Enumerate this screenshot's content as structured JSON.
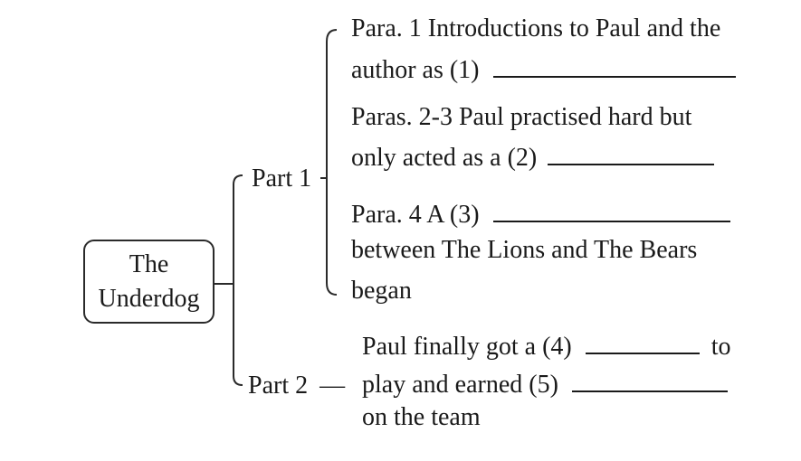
{
  "root": {
    "line1": "The",
    "line2": "Underdog"
  },
  "part1": {
    "label": "Part 1",
    "para1": {
      "line1": "Para. 1 Introductions to Paul and the",
      "line2_prefix": "author as (1)"
    },
    "para2": {
      "line1": "Paras. 2-3 Paul practised hard but",
      "line2_prefix": "only acted as a (2)"
    },
    "para3": {
      "line1_prefix": "Para. 4 A (3)",
      "line2": "between The Lions and The Bears",
      "line3": "began"
    }
  },
  "part2": {
    "label": "Part 2",
    "dash": "—",
    "line1_prefix": "Paul finally got a (4)",
    "line1_suffix": "to",
    "line2_prefix": "play and earned (5)",
    "line3": "on the team"
  }
}
